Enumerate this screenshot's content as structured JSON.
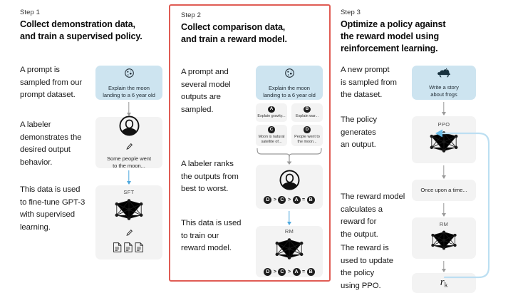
{
  "diagram": {
    "title": "InstructGPT / RLHF three-step training diagram",
    "accent_blue": "#cde4f0",
    "accent_blue_line": "#4fa8dd",
    "card_grey": "#f3f3f3",
    "highlight_border": "#e05c54"
  },
  "steps": [
    {
      "label": "Step 1",
      "title_line1": "Collect demonstration data,",
      "title_line2": "and train a supervised policy.",
      "paragraphs": [
        "A prompt is\nsampled from our\nprompt dataset.",
        "A labeler\ndemonstrates the\ndesired output\nbehavior.",
        "This data is used\nto fine-tune GPT-3\nwith supervised\nlearning."
      ],
      "nodes": {
        "prompt_caption": "Explain the moon\nlanding to a 6 year old",
        "prompt_icon": "moon-icon",
        "labeler_icon": "labeler-avatar-icon",
        "labeler_pencil_icon": "pencil-icon",
        "labeler_caption": "Some people went\nto the moon...",
        "model_tag": "SFT",
        "model_icon": "neural-network-icon",
        "output_pencil_icon": "pencil-icon",
        "output_docs_icon": "documents-icon"
      }
    },
    {
      "label": "Step 2",
      "title_line1": "Collect comparison data,",
      "title_line2": "and train a reward model.",
      "paragraphs": [
        "A prompt and\nseveral model\noutputs are\nsampled.",
        "A labeler ranks\nthe outputs from\nbest to worst.",
        "This data is used\nto train our\nreward model."
      ],
      "nodes": {
        "prompt_caption": "Explain the moon\nlanding to a 6 year old",
        "prompt_icon": "moon-icon",
        "options": [
          {
            "letter": "A",
            "caption": "Explain gravity..."
          },
          {
            "letter": "B",
            "caption": "Explain war..."
          },
          {
            "letter": "C",
            "caption": "Moon is natural\nsatellite of..."
          },
          {
            "letter": "D",
            "caption": "People went to\nthe moon..."
          }
        ],
        "labeler_icon": "labeler-avatar-icon",
        "ranking": [
          {
            "letter": "D",
            "op": ">"
          },
          {
            "letter": "C",
            "op": ">"
          },
          {
            "letter": "A",
            "op": "="
          },
          {
            "letter": "B",
            "op": ""
          }
        ],
        "model_tag": "RM",
        "model_icon": "neural-network-icon"
      }
    },
    {
      "label": "Step 3",
      "title_line1": "Optimize a policy against",
      "title_line2": "the reward model using",
      "title_line3": "reinforcement learning.",
      "paragraphs": [
        "A new prompt\nis sampled from\nthe dataset.",
        "The policy\ngenerates\nan output.",
        "The reward model\ncalculates a\nreward for\nthe output.",
        "The reward is\nused to update\nthe policy\nusing PPO."
      ],
      "nodes": {
        "prompt_caption": "Write a story\nabout frogs",
        "prompt_icon": "frog-icon",
        "policy_tag": "PPO",
        "policy_icon": "neural-network-icon",
        "output_caption": "Once upon a time...",
        "reward_tag": "RM",
        "reward_icon": "neural-network-icon",
        "reward_value": "r",
        "reward_value_sub": "k",
        "feedback_icon": "feedback-loop-arrow-icon"
      }
    }
  ]
}
